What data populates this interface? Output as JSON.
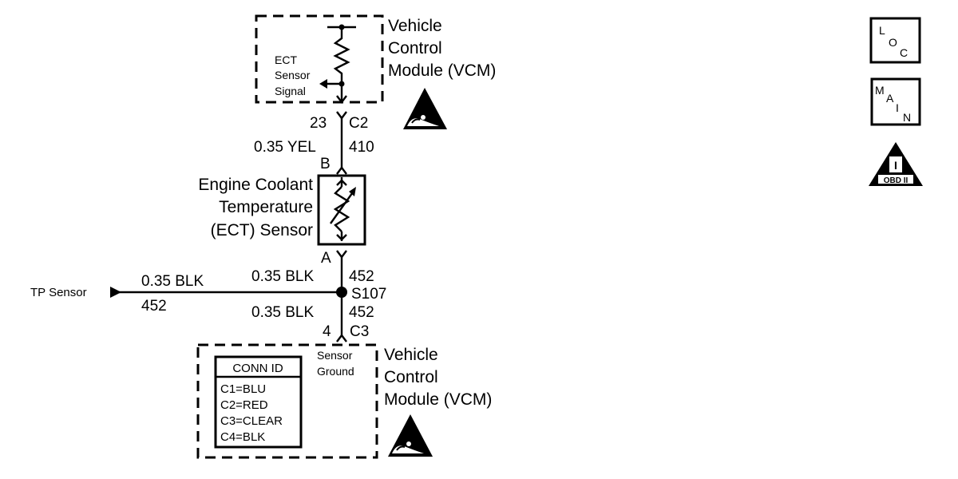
{
  "vcm_top": {
    "title_line1": "Vehicle",
    "title_line2": "Control",
    "title_line3": "Module (VCM)",
    "signal_line1": "ECT",
    "signal_line2": "Sensor",
    "signal_line3": "Signal"
  },
  "connector_c2": {
    "pin": "23",
    "id": "C2"
  },
  "wire_top": {
    "gauge_color": "0.35 YEL",
    "circuit": "410"
  },
  "sensor": {
    "pin_b": "B",
    "pin_a": "A",
    "name_line1": "Engine Coolant",
    "name_line2": "Temperature",
    "name_line3": "(ECT) Sensor"
  },
  "wire_a": {
    "gauge_color": "0.35 BLK",
    "circuit": "452"
  },
  "splice": {
    "id": "S107"
  },
  "tp_branch": {
    "label": "TP Sensor",
    "gauge_color": "0.35 BLK",
    "circuit": "452"
  },
  "wire_c3": {
    "gauge_color": "0.35 BLK",
    "circuit": "452"
  },
  "connector_c3": {
    "pin": "4",
    "id": "C3"
  },
  "vcm_bottom": {
    "title_line1": "Vehicle",
    "title_line2": "Control",
    "title_line3": "Module (VCM)",
    "ground_line1": "Sensor",
    "ground_line2": "Ground"
  },
  "conn_id_table": {
    "header": "CONN ID",
    "rows": [
      "C1=BLU",
      "C2=RED",
      "C3=CLEAR",
      "C4=BLK"
    ]
  },
  "side_icons": {
    "loc": {
      "l": "L",
      "o": "O",
      "c": "C"
    },
    "main": {
      "m": "M",
      "a": "A",
      "i": "I",
      "n": "N"
    },
    "obd": {
      "label": "OBD II",
      "glyph": "I"
    }
  }
}
